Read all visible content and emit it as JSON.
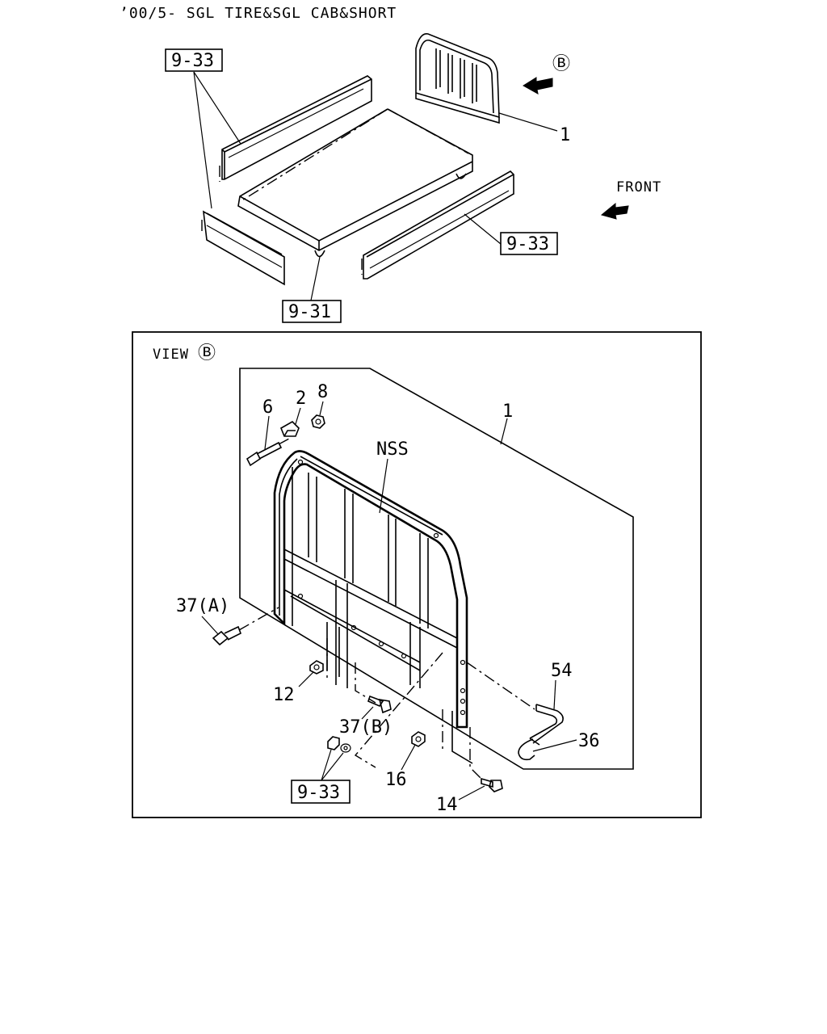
{
  "header": {
    "title": "’00/5- SGL TIRE&SGL CAB&SHORT"
  },
  "overview": {
    "ref_side_upper": "9-33",
    "ref_side_lower": "9-33",
    "ref_floor": "9-31",
    "view_marker": "Ⓑ",
    "part_headboard": "1",
    "front_label": "FRONT"
  },
  "detail_view": {
    "title": "VIEW",
    "title_marker": "Ⓑ",
    "assembly_callout": "1",
    "nss_label": "NSS",
    "callouts": {
      "p2": "2",
      "p6": "6",
      "p8": "8",
      "p37a": "37(A)",
      "p12": "12",
      "p37b": "37(B)",
      "p16": "16",
      "p14": "14",
      "p54": "54",
      "p36": "36",
      "ref_9_33": "9-33"
    }
  }
}
